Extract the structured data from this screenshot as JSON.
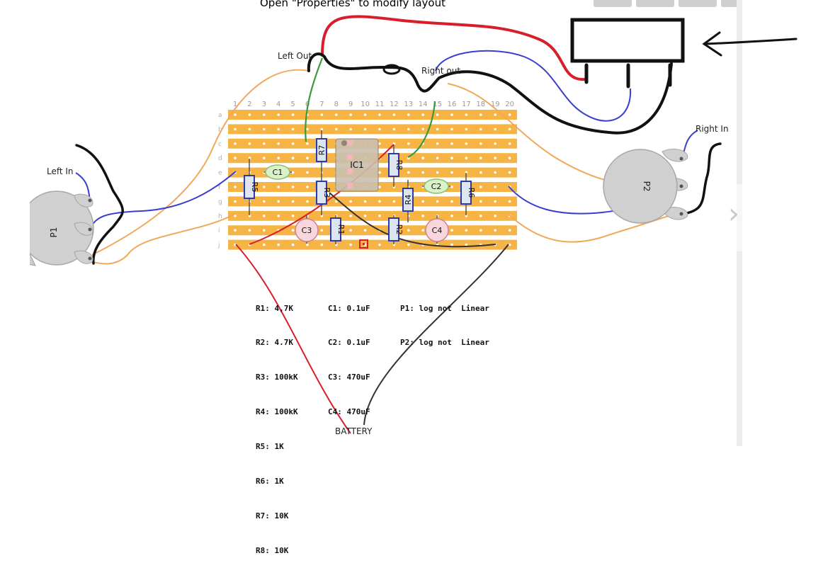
{
  "header_hint": "Open \"Properties\" to modify layout",
  "labels": {
    "left_out": "Left Out",
    "right_out": "Right out",
    "left_in": "Left In",
    "right_in": "Right In",
    "battery": "BATTERY"
  },
  "pots": {
    "p1": "P1",
    "p2": "P2"
  },
  "board": {
    "columns": [
      "1",
      "2",
      "3",
      "4",
      "5",
      "6",
      "7",
      "8",
      "9",
      "10",
      "11",
      "12",
      "13",
      "14",
      "15",
      "16",
      "17",
      "18",
      "19",
      "20"
    ],
    "rows": [
      "a",
      "b",
      "c",
      "d",
      "e",
      "f",
      "g",
      "h",
      "i",
      "j"
    ],
    "strip_color": "#f6b445"
  },
  "components": {
    "ic1": "IC1",
    "c1": "C1",
    "c2": "C2",
    "c3": "C3",
    "c4": "C4",
    "r1": "R1",
    "r2": "R2",
    "r3": "R3",
    "r4": "R4",
    "r5": "R5",
    "r6": "R6",
    "r7": "R7",
    "r8": "R8"
  },
  "bom": {
    "resistors": [
      "R1: 4,7K",
      "R2: 4.7K",
      "R3: 100kK",
      "R4: 100kK",
      "R5: 1K",
      "R6: 1K",
      "R7: 10K",
      "R8: 10K"
    ],
    "capacitors": [
      "C1: 0.1uF",
      "C2: 0.1uF",
      "C3: 470uF",
      "C4: 470uF"
    ],
    "pots": [
      "P1: log not  Linear",
      "P2: log not  Linear"
    ]
  },
  "colors": {
    "wire_red": "#d61f2a",
    "wire_blue": "#3a3ecf",
    "wire_green": "#3a9a3a",
    "wire_black": "#111111",
    "wire_orange": "#f2a85a",
    "resistor_border": "#2e3aa8",
    "cap_green": "#d9f2c8",
    "cap_pink": "#f9d6dc"
  }
}
